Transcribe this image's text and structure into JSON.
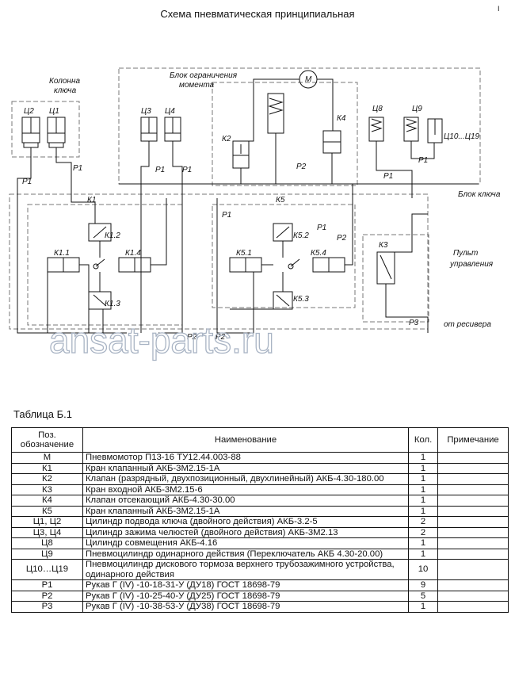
{
  "title": "Схема пневматическая принципиальная",
  "corner_mark": "I",
  "diagram": {
    "labels": {
      "kolonna_line1": "Колонна",
      "kolonna_line2": "ключа",
      "blok_ogr_line1": "Блок ограничения",
      "blok_ogr_line2": "момента",
      "motor": "M",
      "blok_klyucha": "Блок ключа",
      "pult_line1": "Пульт",
      "pult_line2": "управления",
      "ot_resivera": "от ресивера",
      "c1": "Ц1",
      "c2": "Ц2",
      "c3": "Ц3",
      "c4": "Ц4",
      "c8": "Ц8",
      "c9": "Ц9",
      "c10_19": "Ц10...Ц19",
      "k1": "К1",
      "k1_1": "К1.1",
      "k1_2": "К1.2",
      "k1_3": "К1.3",
      "k1_4": "К1.4",
      "k2": "К2",
      "k3": "К3",
      "k4": "К4",
      "k5": "К5",
      "k5_1": "К5.1",
      "k5_2": "К5.2",
      "k5_3": "К5.3",
      "k5_4": "К5.4",
      "p1": "Р1",
      "p2": "Р2",
      "p3": "Р3"
    },
    "watermark": "ansat-parts.ru"
  },
  "table": {
    "caption": "Таблица Б.1",
    "headers": [
      "Поз. обозначение",
      "Наименование",
      "Кол.",
      "Примечание"
    ],
    "rows": [
      {
        "pos": "М",
        "name": "Пневмомотор П13-16  ТУ12.44.003-88",
        "qty": "1",
        "note": ""
      },
      {
        "pos": "К1",
        "name": "Кран клапанный АКБ-3М2.15-1А",
        "qty": "1",
        "note": ""
      },
      {
        "pos": "К2",
        "name": "Клапан (разрядный, двухпозиционный, двухлинейный) АКБ-4.30-180.00",
        "qty": "1",
        "note": ""
      },
      {
        "pos": "К3",
        "name": "Кран входной АКБ-3М2.15-6",
        "qty": "1",
        "note": ""
      },
      {
        "pos": "К4",
        "name": "Клапан отсекающий  АКБ-4.30-30.00",
        "qty": "1",
        "note": ""
      },
      {
        "pos": "К5",
        "name": "Кран клапанный АКБ-3М2.15-1А",
        "qty": "1",
        "note": ""
      },
      {
        "pos": "Ц1, Ц2",
        "name": "Цилиндр подвода ключа (двойного действия)  АКБ-3.2-5",
        "qty": "2",
        "note": ""
      },
      {
        "pos": "Ц3, Ц4",
        "name": "Цилиндр зажима челюстей (двойного действия)  АКБ-3М2.13",
        "qty": "2",
        "note": ""
      },
      {
        "pos": "Ц8",
        "name": "Цилиндр совмещения  АКБ-4.16",
        "qty": "1",
        "note": ""
      },
      {
        "pos": "Ц9",
        "name": "Пневмоцилиндр одинарного действия (Переключатель АКБ 4.30-20.00)",
        "qty": "1",
        "note": ""
      },
      {
        "pos": "Ц10…Ц19",
        "name": "Пневмоцилиндр дискового тормоза верхнего трубозажимного устройства, одинарного действия",
        "qty": "10",
        "note": ""
      },
      {
        "pos": "Р1",
        "name": "Рукав Г (IV) -10-18-31-У (ДУ18)  ГОСТ 18698-79",
        "qty": "9",
        "note": ""
      },
      {
        "pos": "Р2",
        "name": "Рукав Г (IV) -10-25-40-У (ДУ25)  ГОСТ 18698-79",
        "qty": "5",
        "note": ""
      },
      {
        "pos": "Р3",
        "name": "Рукав Г (IV) -10-38-53-У (ДУ38)  ГОСТ 18698-79",
        "qty": "1",
        "note": ""
      }
    ]
  }
}
